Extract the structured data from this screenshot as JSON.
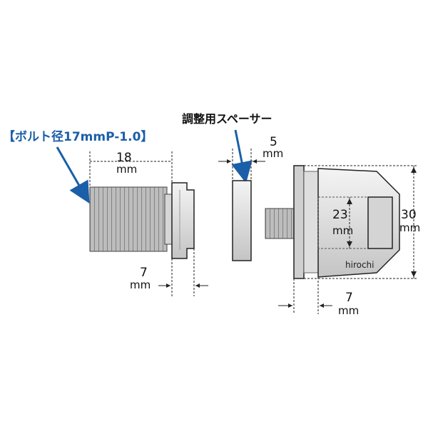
{
  "labels": {
    "bolt_spec": "【ボルト径17mmP-1.0】",
    "spacer": "調整用スペーサー",
    "watermark": "hirochi"
  },
  "dims": {
    "bolt_len_val": "18",
    "bolt_len_unit": "mm",
    "bolt_head_val": "7",
    "bolt_head_unit": "mm",
    "spacer_val": "5",
    "spacer_unit": "mm",
    "inner_val": "23",
    "inner_unit": "mm",
    "outer_val": "30",
    "outer_unit": "mm",
    "cap_val": "7",
    "cap_unit": "mm"
  },
  "colors": {
    "accent": "#1a5fa8",
    "part_fill": "#d8d8d8",
    "part_dark": "#9a9a9a",
    "outline": "#222222"
  }
}
